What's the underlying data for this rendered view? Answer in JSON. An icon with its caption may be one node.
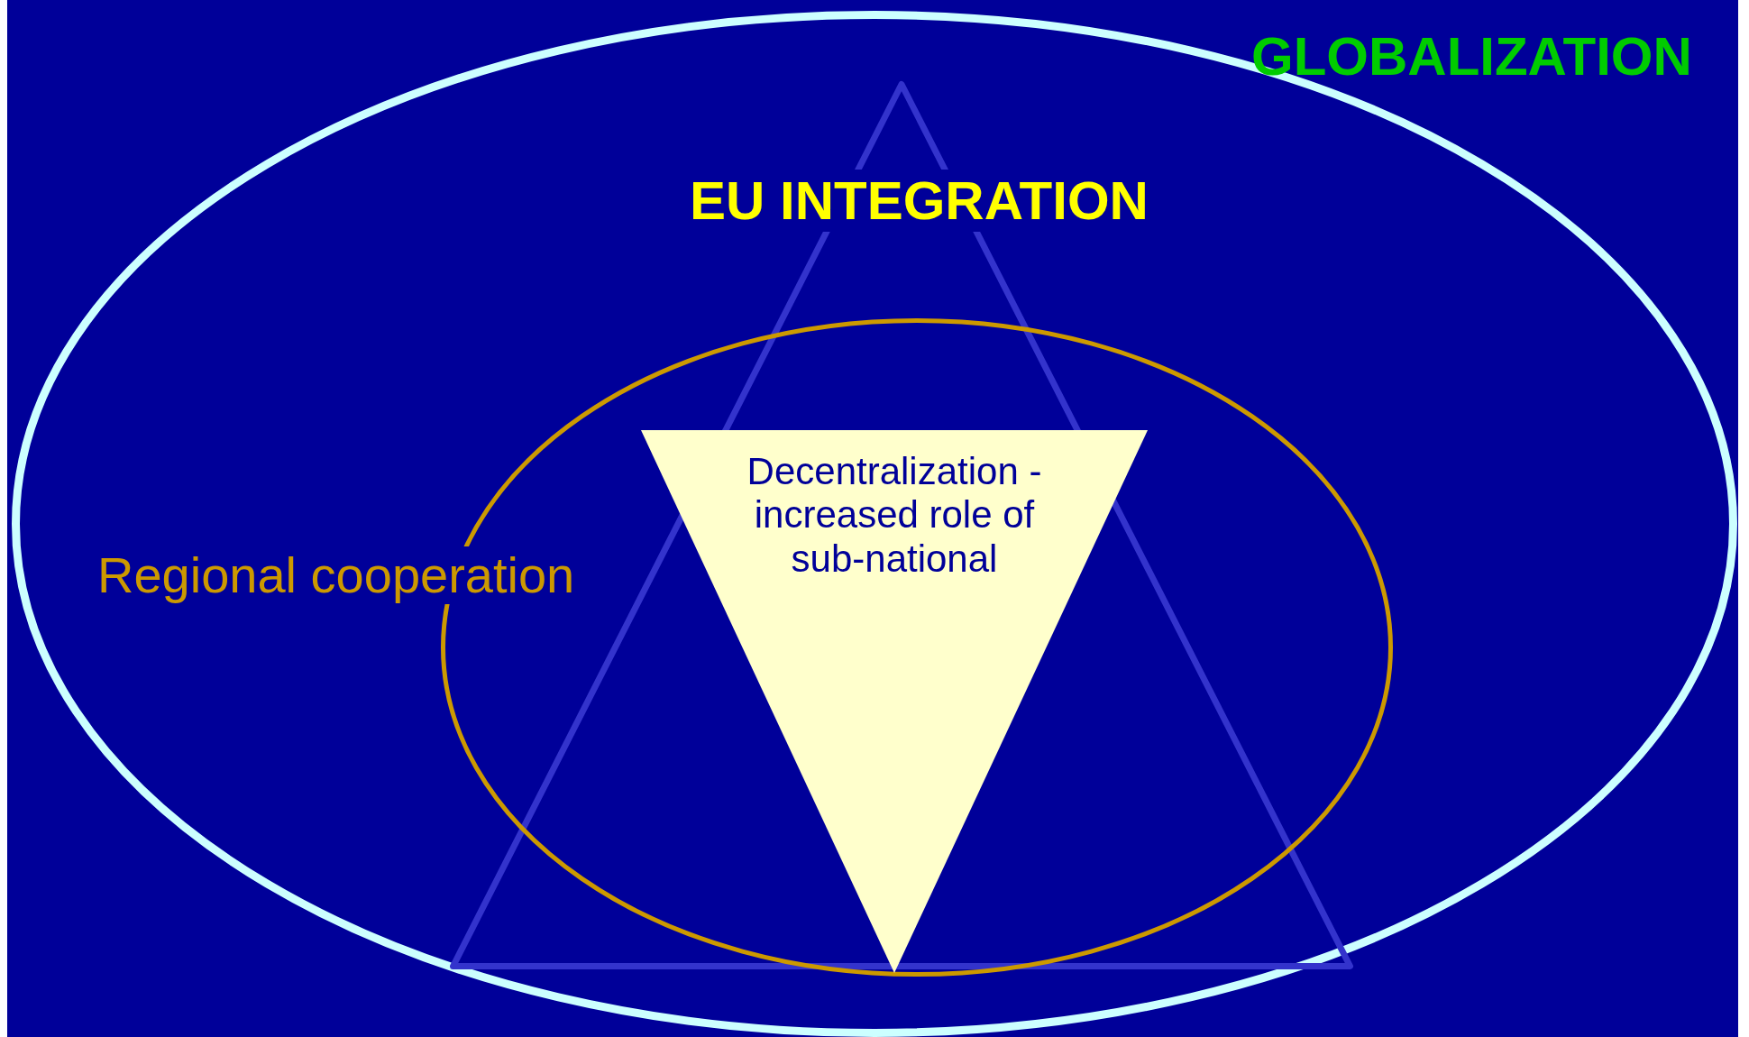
{
  "diagram": {
    "nodes": [
      {
        "text": [
          "GLOBALIZATION"
        ]
      },
      {
        "text": [
          "EU INTEGRATION"
        ],
        "in": 0
      },
      {
        "text": [
          "Regional cooperation"
        ],
        "in": 0
      },
      {
        "text": [
          "Decentralization - increased role of sub-national"
        ],
        "in": 2
      }
    ]
  }
}
